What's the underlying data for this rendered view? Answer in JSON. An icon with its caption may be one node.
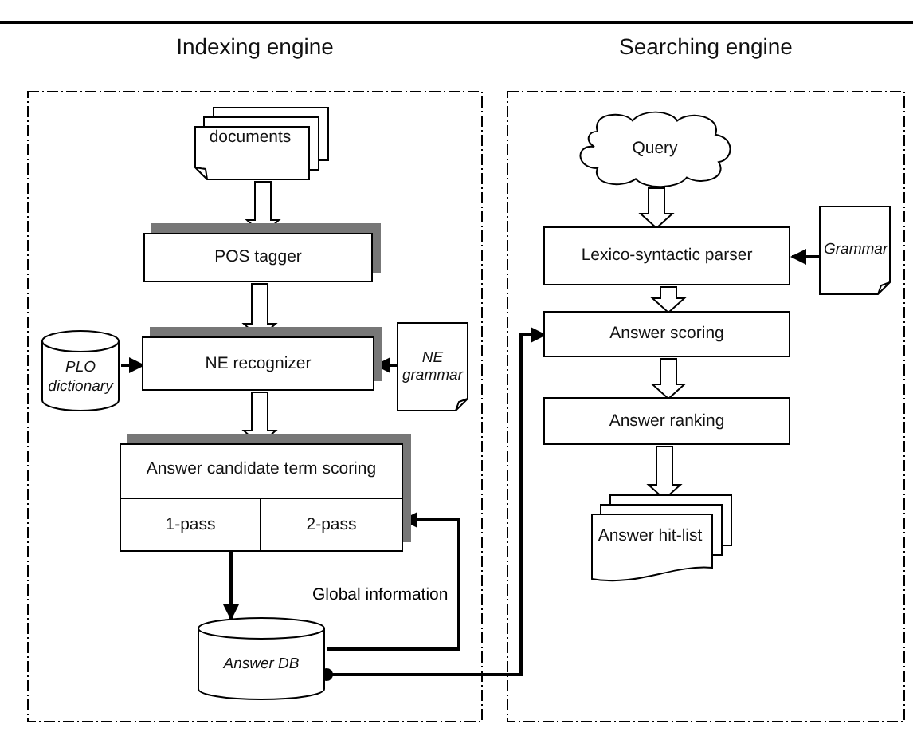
{
  "diagram": {
    "nodes": [
      {
        "text": [
          "Indexing engine"
        ]
      },
      {
        "text": [
          "Searching engine"
        ]
      },
      {
        "text": [
          "documents"
        ],
        "in": 0
      },
      {
        "text": [
          "POS tagger"
        ],
        "in": 0
      },
      {
        "text": [
          "PLO dictionary"
        ],
        "in": 0
      },
      {
        "text": [
          "NE recognizer"
        ],
        "in": 0
      },
      {
        "text": [
          "NE grammar"
        ],
        "in": 0
      },
      {
        "text": [
          "Answer candidate term scoring"
        ],
        "in": 0
      },
      {
        "text": [
          "1-pass"
        ],
        "in": 7
      },
      {
        "text": [
          "2-pass"
        ],
        "in": 7
      },
      {
        "text": [
          "Answer DB"
        ],
        "in": 0
      },
      {
        "text": [
          "Query"
        ],
        "in": 1
      },
      {
        "text": [
          "Lexico-syntactic parser"
        ],
        "in": 1
      },
      {
        "text": [
          "Grammar"
        ],
        "in": 1
      },
      {
        "text": [
          "Answer scoring"
        ],
        "in": 1
      },
      {
        "text": [
          "Answer ranking"
        ],
        "in": 1
      },
      {
        "text": [
          "Answer hit-list"
        ],
        "in": 1
      }
    ],
    "edges": [
      {
        "from": 2,
        "to": 3,
        "arrow": "to",
        "style": "thick"
      },
      {
        "from": 3,
        "to": 5,
        "arrow": "to",
        "style": "thick"
      },
      {
        "from": 4,
        "to": 5,
        "arrow": "to"
      },
      {
        "from": 6,
        "to": 5,
        "arrow": "to"
      },
      {
        "from": 5,
        "to": 7,
        "arrow": "to",
        "style": "thick"
      },
      {
        "from": 8,
        "to": 10,
        "arrow": "to"
      },
      {
        "from": 10,
        "to": 9,
        "arrow": "to",
        "label": "Global information"
      },
      {
        "from": 10,
        "to": 14,
        "arrow": "to"
      },
      {
        "from": 11,
        "to": 12,
        "arrow": "to",
        "style": "thick"
      },
      {
        "from": 13,
        "to": 12,
        "arrow": "to"
      },
      {
        "from": 12,
        "to": 14,
        "arrow": "to",
        "style": "thick"
      },
      {
        "from": 14,
        "to": 15,
        "arrow": "to",
        "style": "thick"
      },
      {
        "from": 15,
        "to": 16,
        "arrow": "to",
        "style": "thick"
      }
    ]
  }
}
